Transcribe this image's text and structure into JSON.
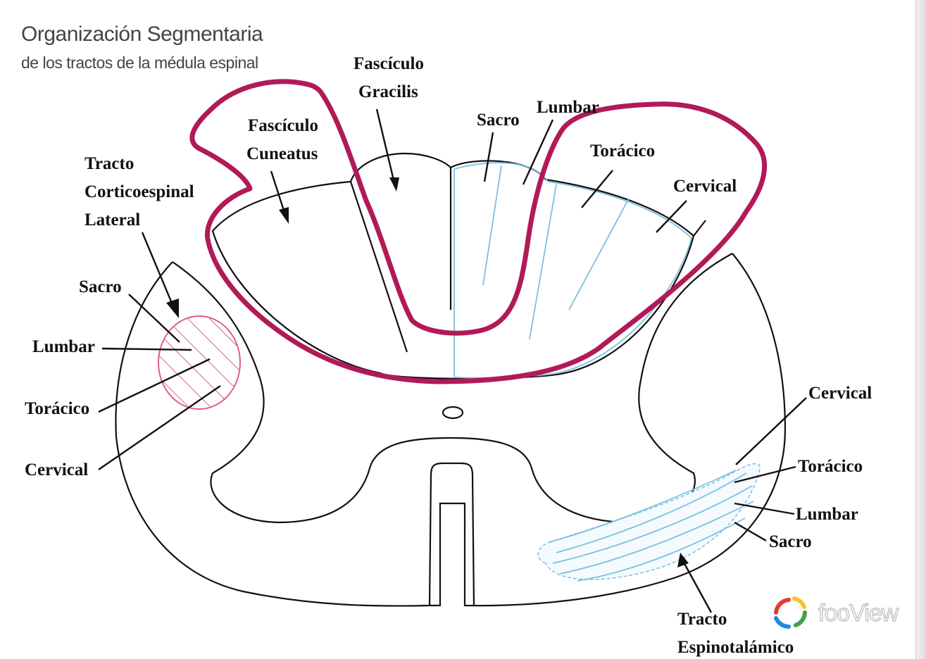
{
  "header": {
    "title": "Organización Segmentaria",
    "subtitle": "de los tractos de la médula espinal"
  },
  "labels": {
    "fasciculo_gracilis": [
      "Fascículo",
      "Gracilis"
    ],
    "fasciculo_cuneatus": [
      "Fascículo",
      "Cuneatus"
    ],
    "dorsal_sacro": "Sacro",
    "dorsal_lumbar": "Lumbar",
    "dorsal_toracico": "Torácico",
    "dorsal_cervical": "Cervical",
    "corticoespinal": [
      "Tracto",
      "Corticoespinal",
      "Lateral"
    ],
    "left_sacro": "Sacro",
    "left_lumbar": "Lumbar",
    "left_toracico": "Torácico",
    "left_cervical": "Cervical",
    "right_cervical": "Cervical",
    "right_toracico": "Torácico",
    "right_lumbar": "Lumbar",
    "right_sacro": "Sacro",
    "espinotalamico": [
      "Tracto",
      "Espinotalámico"
    ]
  },
  "watermark": {
    "text": "fooView",
    "logo_colors": [
      "#e53935",
      "#fbc02d",
      "#43a047",
      "#1e88e5"
    ]
  },
  "colors": {
    "highlight": "#b11a57",
    "tract_blue": "#7cc0df",
    "tract_pink": "#e0607e"
  }
}
